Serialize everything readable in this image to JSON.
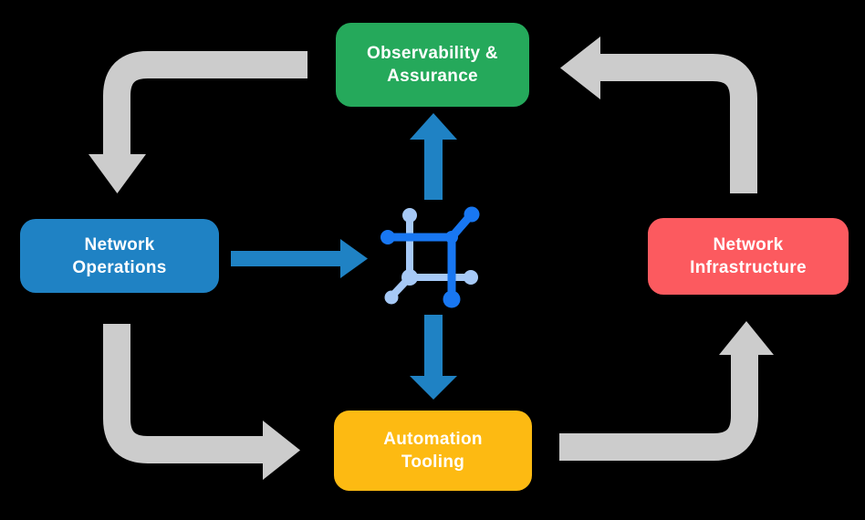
{
  "title": "Network automation cycle diagram",
  "background": "#000000",
  "nodes": {
    "observability": {
      "label": "Observability & Assurance",
      "lines": [
        "Observability &",
        "Assurance"
      ],
      "color": "#25A95B"
    },
    "operations": {
      "label": "Network Operations",
      "lines": [
        "Network",
        "Operations"
      ],
      "color": "#1F82C4"
    },
    "infrastructure": {
      "label": "Network Infrastructure",
      "lines": [
        "Network",
        "Infrastructure"
      ],
      "color": "#FC5A5F"
    },
    "automation": {
      "label": "Automation Tooling",
      "lines": [
        "Automation",
        "Tooling"
      ],
      "color": "#FDBA12"
    }
  },
  "center_icon": {
    "name": "network-automation-icon",
    "dark_color": "#1877F2",
    "light_color": "#A6C9F6"
  },
  "arrows": {
    "cycle_color": "#CCCCCC",
    "flow_color": "#1F82C4",
    "cycle": [
      {
        "from": "Observability & Assurance",
        "to": "Network Operations"
      },
      {
        "from": "Network Operations",
        "to": "Automation Tooling"
      },
      {
        "from": "Automation Tooling",
        "to": "Network Infrastructure"
      },
      {
        "from": "Network Infrastructure",
        "to": "Observability & Assurance"
      }
    ],
    "flows": [
      {
        "from": "Network Operations",
        "to": "center-icon"
      },
      {
        "from": "center-icon",
        "to": "Observability & Assurance"
      },
      {
        "from": "center-icon",
        "to": "Automation Tooling"
      }
    ]
  }
}
